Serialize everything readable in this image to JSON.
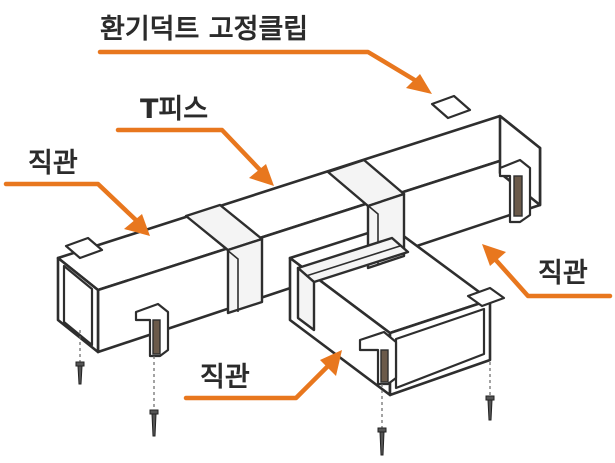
{
  "labels": {
    "fixing_clip": "환기덕트 고정클립",
    "t_piece": "T피스",
    "straight_pipe_left": "직관",
    "straight_pipe_right": "직관",
    "straight_pipe_bottom": "직관"
  },
  "colors": {
    "arrow": "#e8771e",
    "outline": "#2e2e2e",
    "text": "#2b2b2b"
  }
}
